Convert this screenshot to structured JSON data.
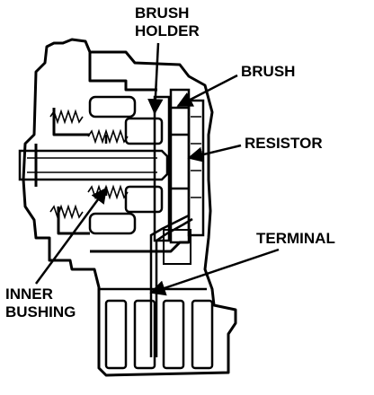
{
  "labels": {
    "brush_holder": [
      "BRUSH",
      "HOLDER"
    ],
    "brush": "BRUSH",
    "resistor": "RESISTOR",
    "terminal": "TERMINAL",
    "inner_bushing": [
      "INNER",
      "BUSHING"
    ]
  },
  "colors": {
    "ink": "#000000",
    "paper": "#ffffff"
  }
}
